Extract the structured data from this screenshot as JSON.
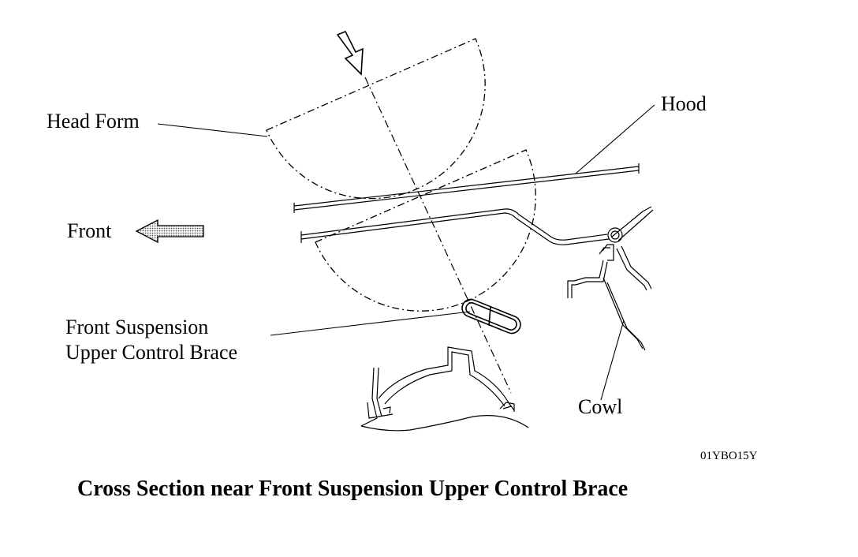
{
  "labels": {
    "head_form": "Head Form",
    "hood": "Hood",
    "front": "Front",
    "brace_line1": "Front Suspension",
    "brace_line2": "Upper Control Brace",
    "cowl": "Cowl"
  },
  "figure_code": "01YBO15Y",
  "caption": "Cross Section near Front Suspension Upper Control Brace"
}
